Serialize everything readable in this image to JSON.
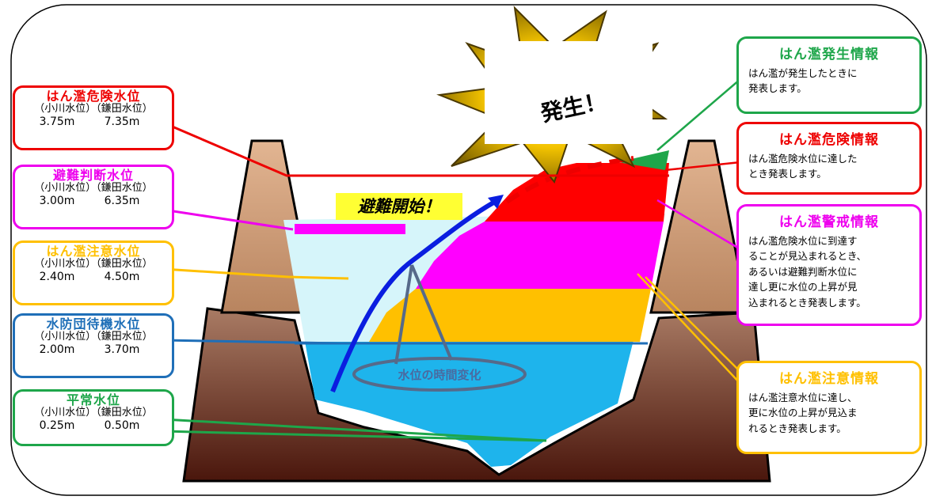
{
  "levels": {
    "kiken": {
      "title": "はん濫危険水位",
      "header_a": "（小川水位）",
      "header_b": "（鎌田水位）",
      "val_a": "3.75m",
      "val_b": "7.35m",
      "color": "#ee0000"
    },
    "hinan": {
      "title": "避難判断水位",
      "header_a": "（小川水位）",
      "header_b": "（鎌田水位）",
      "val_a": "3.00m",
      "val_b": "6.35m",
      "color": "#ee00ee"
    },
    "chui": {
      "title": "はん濫注意水位",
      "header_a": "（小川水位）",
      "header_b": "（鎌田水位）",
      "val_a": "2.40m",
      "val_b": "4.50m",
      "color": "#ffc000"
    },
    "taiki": {
      "title": "水防団待機水位",
      "header_a": "（小川水位）",
      "header_b": "（鎌田水位）",
      "val_a": "2.00m",
      "val_b": "3.70m",
      "color": "#1f6fb8"
    },
    "heijo": {
      "title": "平常水位",
      "header_a": "（小川水位）",
      "header_b": "（鎌田水位）",
      "val_a": "0.25m",
      "val_b": "0.50m",
      "color": "#1ea64a"
    }
  },
  "info": {
    "hassei": {
      "title": "はん濫発生情報",
      "lines": [
        "はん濫が発生したときに",
        "発表します。"
      ],
      "color": "#1ea64a"
    },
    "kiken": {
      "title": "はん濫危険情報",
      "lines": [
        "はん濫危険水位に達した",
        "とき発表します。"
      ],
      "color": "#ee0000"
    },
    "keikai": {
      "title": "はん濫警戒情報",
      "lines": [
        "はん濫危険水位に到達す",
        "ることが見込まれるとき、",
        "あるいは避難判断水位に",
        "達し更に水位の上昇が見",
        "込まれるとき発表します。"
      ],
      "color": "#ee00ee"
    },
    "chui": {
      "title": "はん濫注意情報",
      "lines": [
        "はん濫注意水位に達し、",
        "更に水位の上昇が見込ま",
        "れるとき発表します。"
      ],
      "color": "#ffc000"
    }
  },
  "labels": {
    "evacuation_start": "避難開始！",
    "occurrence": "発生！",
    "water_level_change": "水位の時間変化"
  },
  "colors": {
    "mountain": "#d9a57c",
    "ground": "#6b2e1c",
    "light_water": "#d6f5fa",
    "water_blue": "#1eb4ec",
    "curve": "#0a1ee0",
    "star": "#f0c000"
  }
}
